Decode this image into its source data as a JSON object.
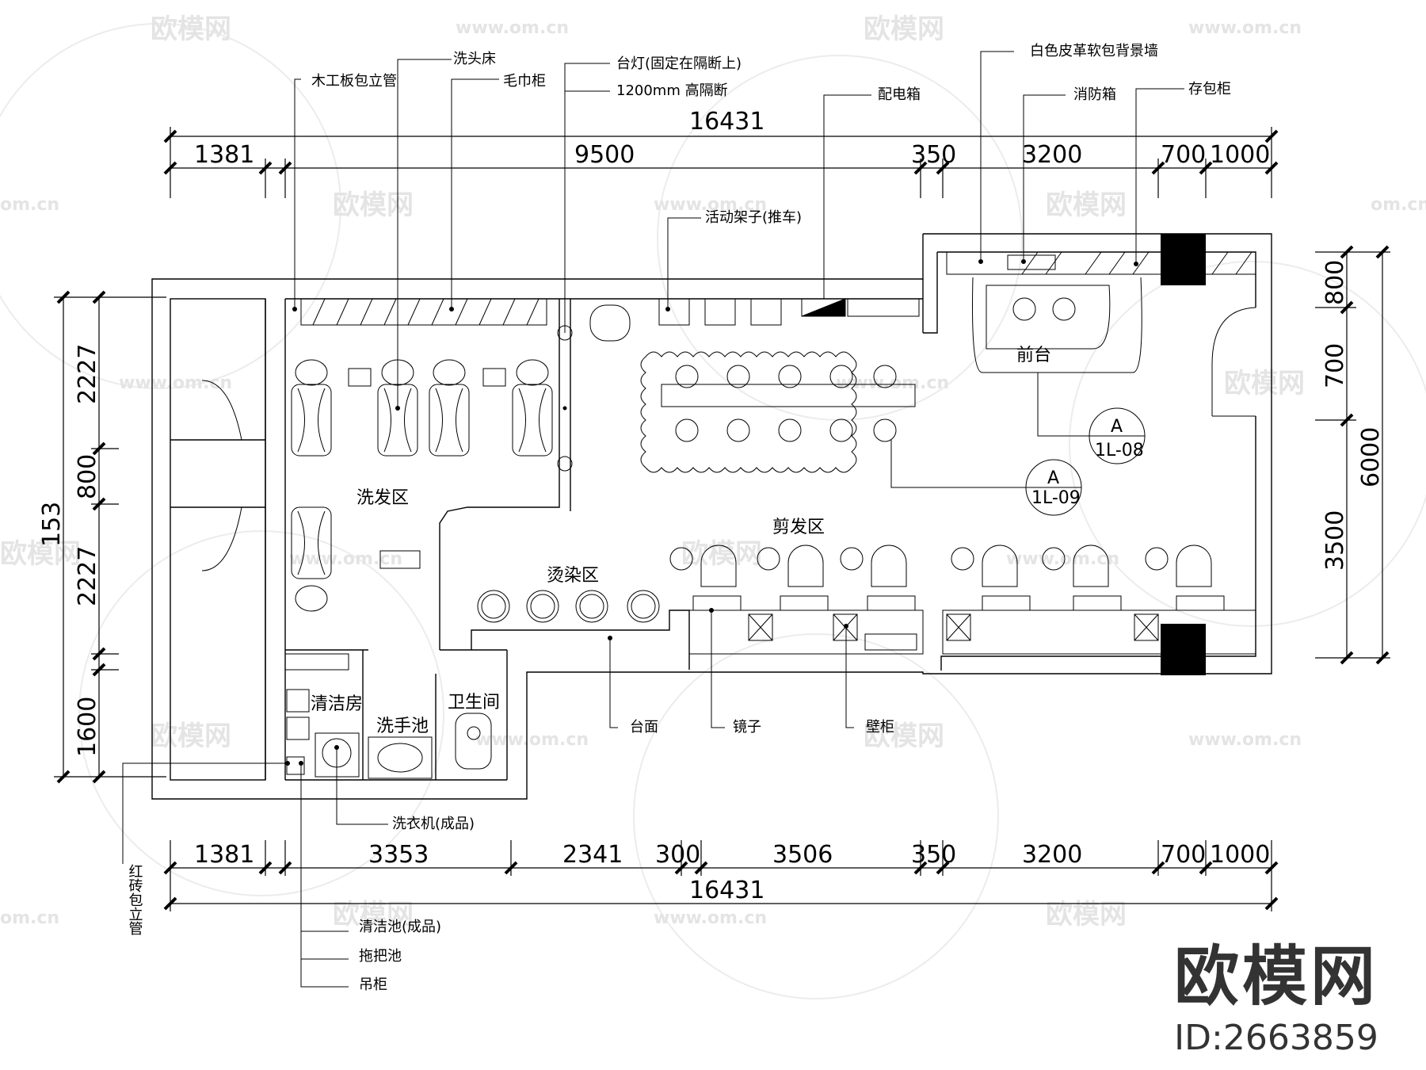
{
  "watermark": {
    "text": "欧模网",
    "url": "www.om.cn",
    "short_url": "om.cn"
  },
  "brand": {
    "name": "欧模网",
    "id": "ID:2663859"
  },
  "dims": {
    "top_total": "16431",
    "top_parts": [
      "1381",
      "9500",
      "350",
      "3200",
      "700",
      "1000"
    ],
    "bottom_parts": [
      "1381",
      "3353",
      "2341",
      "300",
      "3506",
      "350",
      "3200",
      "700",
      "1000"
    ],
    "bottom_total": "16431",
    "left": [
      "2227",
      "800",
      "2227",
      "1600"
    ],
    "left_total": "153",
    "right": [
      "800",
      "700",
      "3500"
    ],
    "right_total": "6000"
  },
  "labels": {
    "wood_pipe": "木工板包立管",
    "wash_bed": "洗头床",
    "towel_cabinet": "毛巾柜",
    "desk_lamp": "台灯(固定在隔断上)",
    "partition": "1200mm 高隔断",
    "mobile_rack": "活动架子(推车)",
    "electric_box": "配电箱",
    "leather_wall": "白色皮革软包背景墙",
    "fire_box": "消防箱",
    "locker": "存包柜",
    "reception": "前台",
    "section_a1_top": "A",
    "section_a1_bot": "1L-08",
    "section_a2_top": "A",
    "section_a2_bot": "1L-09",
    "cut_zone": "剪发区",
    "wash_zone": "洗发区",
    "perm_zone": "烫染区",
    "cleaning_room": "清洁房",
    "hand_basin": "洗手池",
    "toilet": "卫生间",
    "countertop": "台面",
    "mirror": "镜子",
    "wall_cabinet": "壁柜",
    "washer": "洗衣机(成品)",
    "brick_pipe": "红砖包立管",
    "clean_basin": "清洁池(成品)",
    "mop_basin": "拖把池",
    "hanging_cabinet": "吊柜"
  }
}
